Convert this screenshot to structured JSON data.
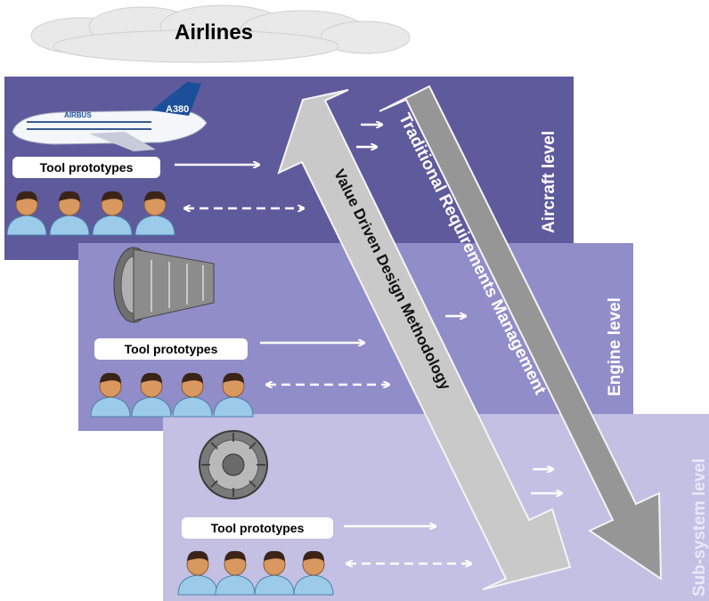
{
  "cloud": {
    "label": "Airlines"
  },
  "levels": {
    "aircraft": "Aircraft level",
    "engine": "Engine level",
    "subsystem": "Sub-system level"
  },
  "tools": {
    "aircraft": "Tool prototypes",
    "engine": "Tool prototypes",
    "subsystem": "Tool prototypes"
  },
  "aircraft_image": {
    "brand": "AIRBUS",
    "model": "A380"
  },
  "arrows": {
    "vdd": "Value Driven Design Methodology",
    "trm": "Traditional Requirements Management"
  },
  "colors": {
    "aircraft_panel": "#5e5a9c",
    "engine_panel": "#918dc8",
    "subsystem_panel": "#c3c0e4",
    "vdd_arrow": "#c9c9c9",
    "trm_arrow": "#969696"
  }
}
